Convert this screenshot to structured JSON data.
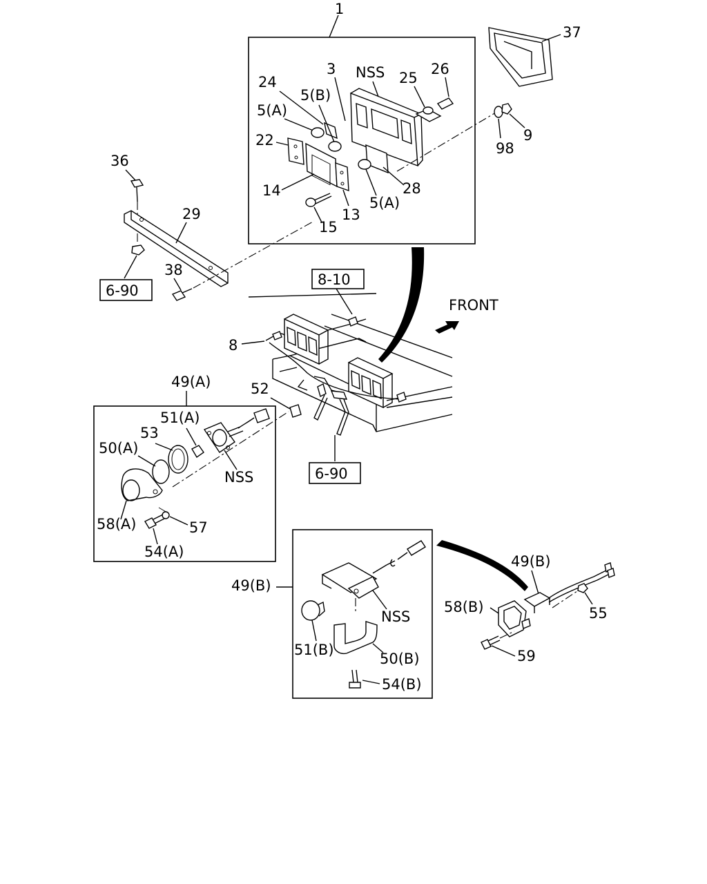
{
  "refs": {
    "ref_6_90_left": "6-90",
    "ref_8_10": "8-10",
    "ref_6_90_center": "6-90"
  },
  "labels": {
    "l1": "1",
    "l37": "37",
    "l3": "3",
    "lnss_top": "NSS",
    "l25": "25",
    "l26": "26",
    "l24": "24",
    "l5b": "5(B)",
    "l5a_top": "5(A)",
    "l22": "22",
    "l14": "14",
    "l13": "13",
    "l15": "15",
    "l28": "28",
    "l5a_bottom": "5(A)",
    "l9": "9",
    "l98": "98",
    "l36": "36",
    "l29": "29",
    "l38": "38",
    "front": "FRONT",
    "l8": "8",
    "l49a": "49(A)",
    "l52": "52",
    "l51a": "51(A)",
    "l53": "53",
    "l50a": "50(A)",
    "lnss_mid": "NSS",
    "l58a": "58(A)",
    "l57": "57",
    "l54a": "54(A)",
    "l49b_box": "49(B)",
    "lnss_low": "NSS",
    "l51b": "51(B)",
    "l50b": "50(B)",
    "l54b": "54(B)",
    "l49b_right": "49(B)",
    "l58b": "58(B)",
    "l55": "55",
    "l59": "59"
  }
}
